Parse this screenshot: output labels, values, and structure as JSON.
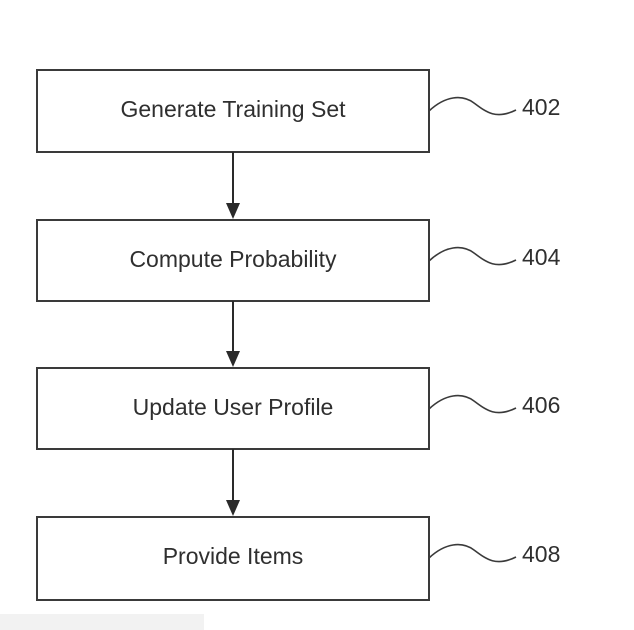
{
  "flowchart": {
    "steps": [
      {
        "label": "Generate Training Set",
        "ref": "402"
      },
      {
        "label": "Compute Probability",
        "ref": "404"
      },
      {
        "label": "Update User Profile",
        "ref": "406"
      },
      {
        "label": "Provide Items",
        "ref": "408"
      }
    ],
    "colors": {
      "stroke": "#3a3a3a",
      "text": "#2f2f2f",
      "background": "#ffffff"
    }
  }
}
